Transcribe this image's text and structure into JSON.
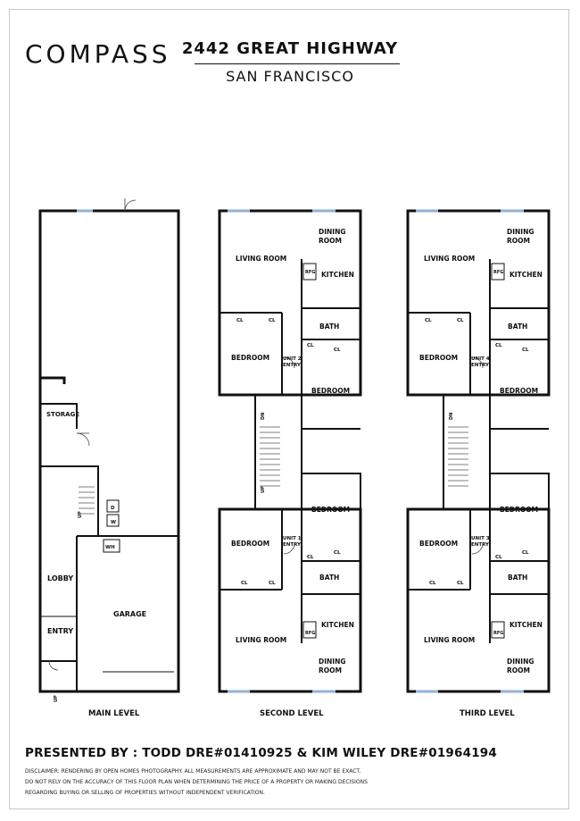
{
  "header": {
    "logo": "COMPASS",
    "address": "2442 GREAT HIGHWAY",
    "city": "SAN FRANCISCO"
  },
  "rooms": {
    "storage": "STORAGE",
    "lobby": "LOBBY",
    "entry": "ENTRY",
    "garage": "GARAGE",
    "dryer": "D",
    "washer": "W",
    "water_heater": "WH",
    "up": "UP",
    "dn": "DN",
    "living_room": "LIVING ROOM",
    "dining_1": "DINING",
    "dining_2": "ROOM",
    "kitchen": "KITCHEN",
    "rfg": "RFG",
    "bath": "BATH",
    "bedroom": "BEDROOM",
    "cl": "CL",
    "unit1_a": "UNIT 1",
    "unit2_a": "UNIT 2",
    "unit3_a": "UNIT 3",
    "unit4_a": "UNIT 4",
    "entry_b": "ENTRY"
  },
  "levels": {
    "main": "MAIN LEVEL",
    "second": "SECOND LEVEL",
    "third": "THIRD LEVEL"
  },
  "footer": {
    "presenter": "PRESENTED BY : TODD DRE#01410925 & KIM WILEY DRE#01964194",
    "disclaimer_1": "DISCLAIMER: RENDERING BY OPEN HOMES PHOTOGRAPHY. ALL MEASUREMENTS ARE APPROXIMATE AND MAY NOT BE EXACT.",
    "disclaimer_2": "DO NOT RELY ON THE ACCURACY OF THIS FLOOR PLAN WHEN DETERMINING THE PRICE OF A PROPERTY OR MAKING DECISIONS",
    "disclaimer_3": "REGARDING BUYING OR SELLING OF PROPERTIES WITHOUT INDEPENDENT VERIFICATION."
  }
}
